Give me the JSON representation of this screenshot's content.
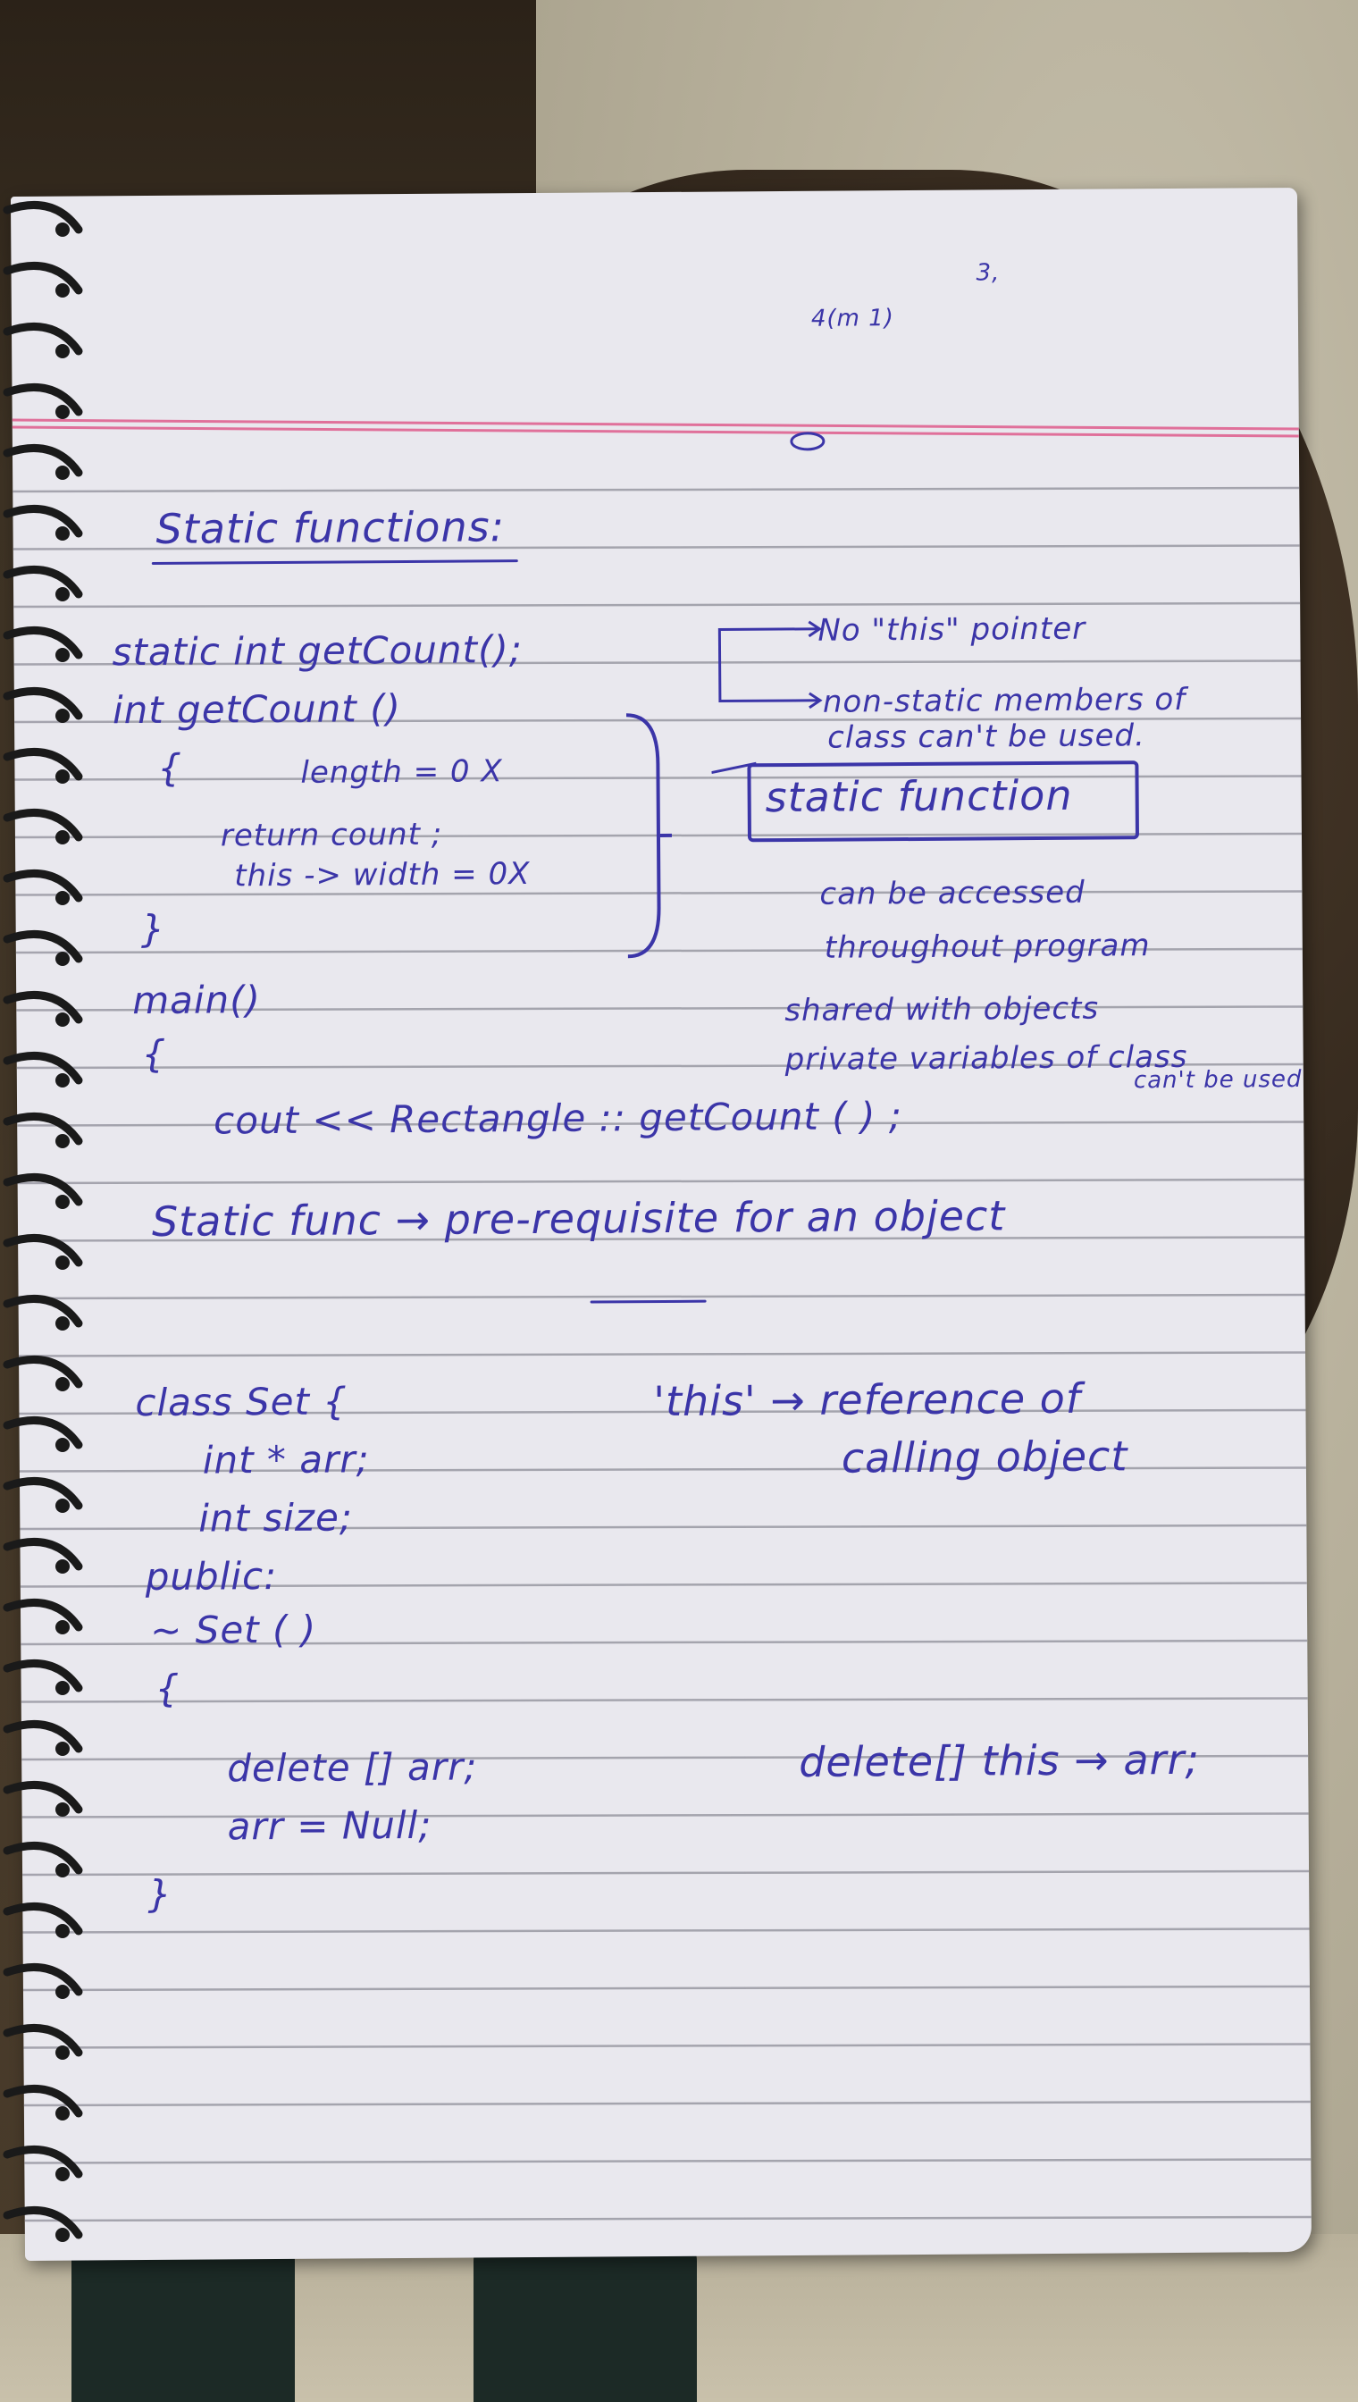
{
  "notes": {
    "corner_marks": [
      "4(m 1)",
      "3,"
    ],
    "heading": "Static functions:",
    "code_left": [
      "static int getCount();",
      "int getCount ()",
      "{",
      "length = 0 X",
      "return count ;",
      "this -> width = 0X",
      "}",
      "main()",
      "{",
      "cout << Rectangle :: getCount ( ) ;"
    ],
    "right_notes": {
      "no_this": "No \"this\" pointer",
      "non_static_1": "non-static members of",
      "non_static_2": "class can't be used.",
      "static_function": "static function",
      "accessed_1": "can be accessed",
      "accessed_2": "throughout program",
      "shared": "shared with objects",
      "private_1": "private variables of class",
      "private_2": "can't be used"
    },
    "prereq": "Static func → pre-requisite for an object",
    "class_block": [
      "class Set {",
      "int * arr;",
      "int size;",
      "public:",
      "~ Set ( )",
      "{",
      "delete [] arr;",
      "arr = Null;",
      "}"
    ],
    "this_ref_1": "'this' → reference of",
    "this_ref_2": "calling object",
    "delete_this": "delete[] this → arr;"
  },
  "colors": {
    "ink": "#3b35a8",
    "margin_line": "#e0709a",
    "rule_line": "#8e8e98",
    "paper": "#e9e8ee"
  }
}
